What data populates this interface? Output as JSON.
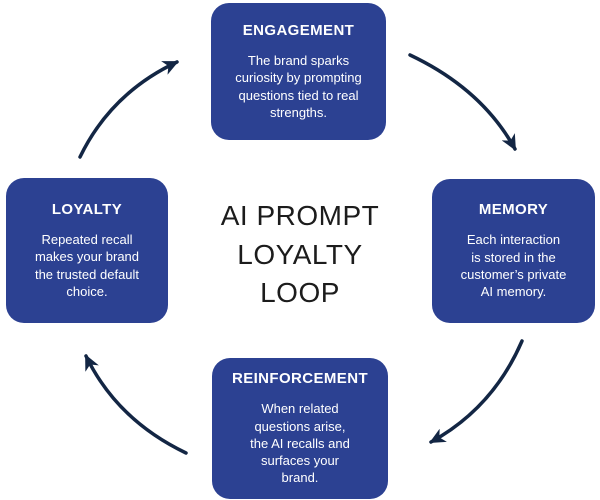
{
  "diagram": {
    "center_title": "AI PROMPT\nLOYALTY\nLOOP",
    "nodes": [
      {
        "id": "engagement",
        "title": "ENGAGEMENT",
        "description": "The brand sparks\ncuriosity by prompting\nquestions tied to real\nstrengths."
      },
      {
        "id": "memory",
        "title": "MEMORY",
        "description": "Each interaction\nis stored in the\ncustomer’s private\nAI memory."
      },
      {
        "id": "reinforcement",
        "title": "REINFORCEMENT",
        "description": "When related\nquestions arise,\nthe AI recalls and\nsurfaces your\nbrand."
      },
      {
        "id": "loyalty",
        "title": "LOYALTY",
        "description": "Repeated recall\nmakes your brand\nthe trusted default\nchoice."
      }
    ],
    "colors": {
      "node_fill": "#2c4192",
      "node_text": "#ffffff",
      "arrow": "#132644",
      "center_text": "#1c1c1c",
      "background": "#ffffff"
    }
  }
}
